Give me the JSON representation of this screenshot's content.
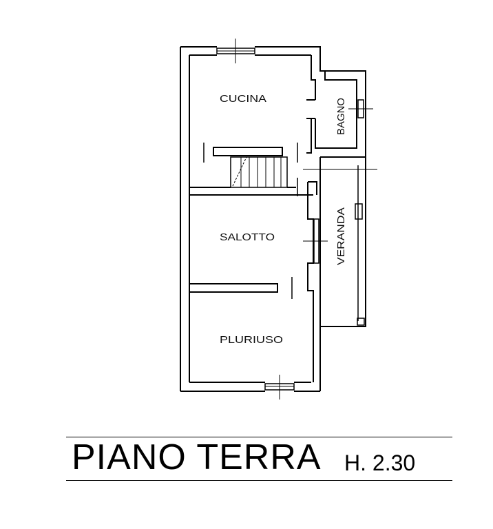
{
  "rooms": {
    "cucina": "CUCINA",
    "bagno": "BAGNO",
    "salotto": "SALOTTO",
    "veranda": "VERANDA",
    "pluriuso": "PLURIUSO"
  },
  "title": {
    "floor": "PIANO TERRA",
    "height": "H. 2.30"
  }
}
